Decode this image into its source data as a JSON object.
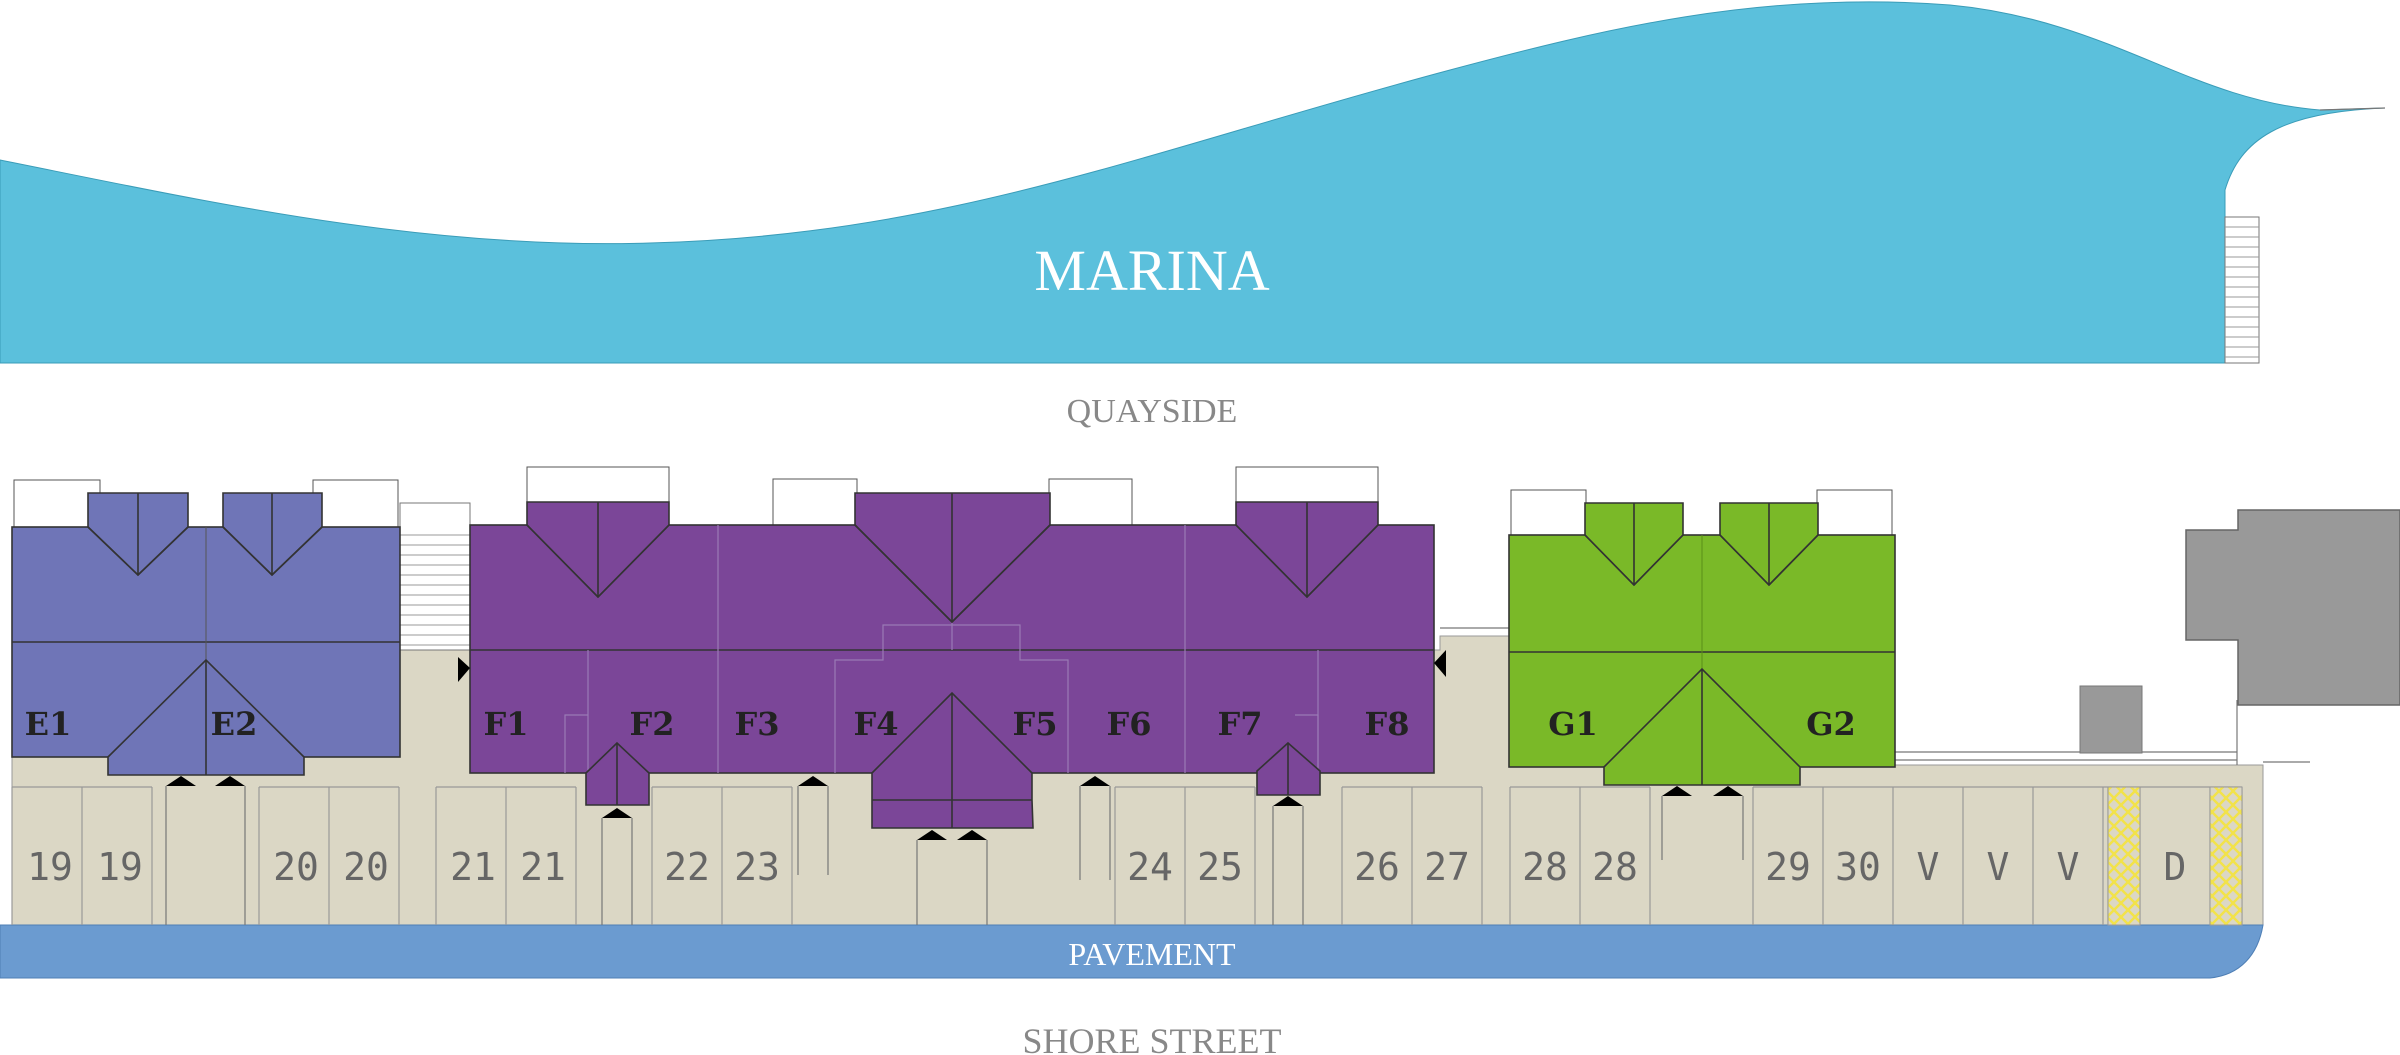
{
  "areas": {
    "marina": "MARINA",
    "quayside": "QUAYSIDE",
    "pavement": "PAVEMENT",
    "shore_street": "SHORE STREET"
  },
  "units": [
    "E1",
    "E2",
    "F1",
    "F2",
    "F3",
    "F4",
    "F5",
    "F6",
    "F7",
    "F8",
    "G1",
    "G2"
  ],
  "parking_spaces": [
    "19",
    "19",
    "20",
    "20",
    "21",
    "21",
    "22",
    "23",
    "24",
    "25",
    "26",
    "27",
    "28",
    "28",
    "29",
    "30",
    "V",
    "V",
    "V",
    "D"
  ],
  "colors": {
    "water": "#5bc0dc",
    "pavement": "#6b9bd0",
    "ground": "#dbd7c5",
    "block_e": "#6f75b7",
    "block_f": "#7b4698",
    "block_g": "#7ab928",
    "neighbour_building": "#999999",
    "hatch": "#f2e24a"
  }
}
